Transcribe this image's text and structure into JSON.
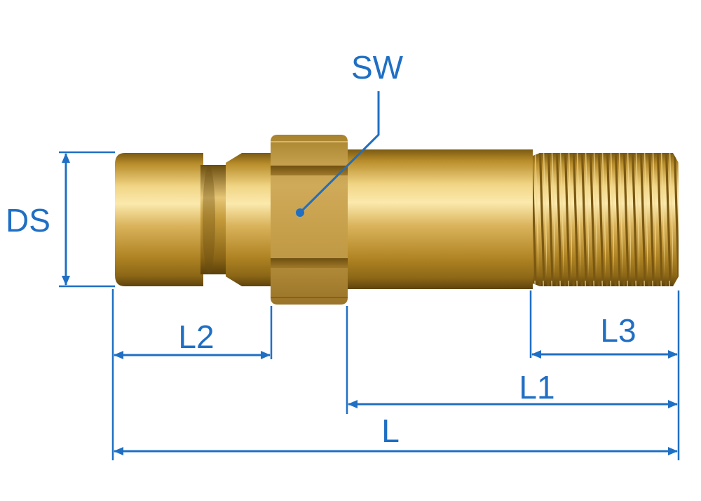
{
  "labels": {
    "ds": "DS",
    "sw": "SW",
    "l": "L",
    "l1": "L1",
    "l2": "L2",
    "l3": "L3"
  },
  "colors": {
    "dimension": "#1f6fc4",
    "brass_light": "#f3d98a",
    "brass_mid": "#c9a03a",
    "brass_dark": "#6e5010",
    "background": "#ffffff"
  }
}
